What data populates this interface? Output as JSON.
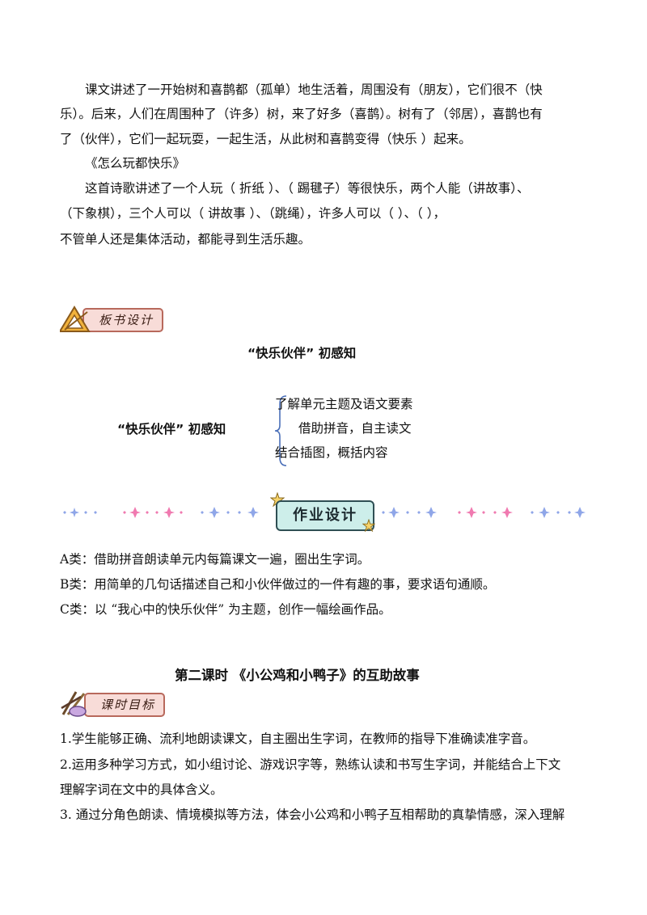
{
  "summary": {
    "p1_l1": "课文讲述了一开始树和喜鹊都（孤单）地生活着，周围没有（朋友），它们很不（快",
    "p1_l2": "乐）。后来，人们在周围种了（许多）树，来了好多（喜鹊）。树有了（邻居），喜鹊也有",
    "p1_l3": "了（伙伴），它们一起玩耍，一起生活，从此树和喜鹊变得（快乐 ）起来。",
    "poem_title": "《怎么玩都快乐》",
    "p2_l1": "这首诗歌讲述了一个人玩（ 折纸 ）、（ 踢毽子）等很快乐，两个人能（讲故事）、",
    "p2_l2": "（下象棋），三个人可以（ 讲故事 ）、（跳绳），许多人可以（      ）、（            ），",
    "p2_l3": "不管单人还是集体活动，都能寻到生活乐趣。"
  },
  "board": {
    "banner_label": "板书设计",
    "heading": "“快乐伙伴” 初感知",
    "left_label": "“快乐伙伴” 初感知",
    "items": [
      "了解单元主题及语文要素",
      "借助拼音，自主读文",
      "结合插图，概括内容"
    ]
  },
  "homework": {
    "banner_label": "作业设计",
    "a": "A类：借助拼音朗读单元内每篇课文一遍，圈出生字词。",
    "b": "B类：用简单的几句话描述自己和小伙伴做过的一件有趣的事，要求语句通顺。",
    "c": "C类：以 “我心中的快乐伙伴” 为主题，创作一幅绘画作品。"
  },
  "lesson2": {
    "title": "第二课时  《小公鸡和小鸭子》的互助故事",
    "banner_label": "课时目标",
    "g1": "1.学生能够正确、流利地朗读课文，自主圈出生字词，在教师的指导下准确读准字音。",
    "g2_l1": "2.运用多种学习方式，如小组讨论、游戏识字等，熟练认读和书写生字词，并能结合上下文",
    "g2_l2": "理解字词在文中的具体含义。",
    "g3": "3. 通过分角色朗读、情境模拟等方法，体会小公鸡和小鸭子互相帮助的真挚情感，深入理解"
  },
  "colors": {
    "banner_fill": "#f8dcd8",
    "banner_border": "#b8695c",
    "homework_fill": "#cdeeea",
    "star_blue": "#8fa6e8",
    "star_pink": "#f07ab0",
    "brace": "#4a6fb8"
  }
}
